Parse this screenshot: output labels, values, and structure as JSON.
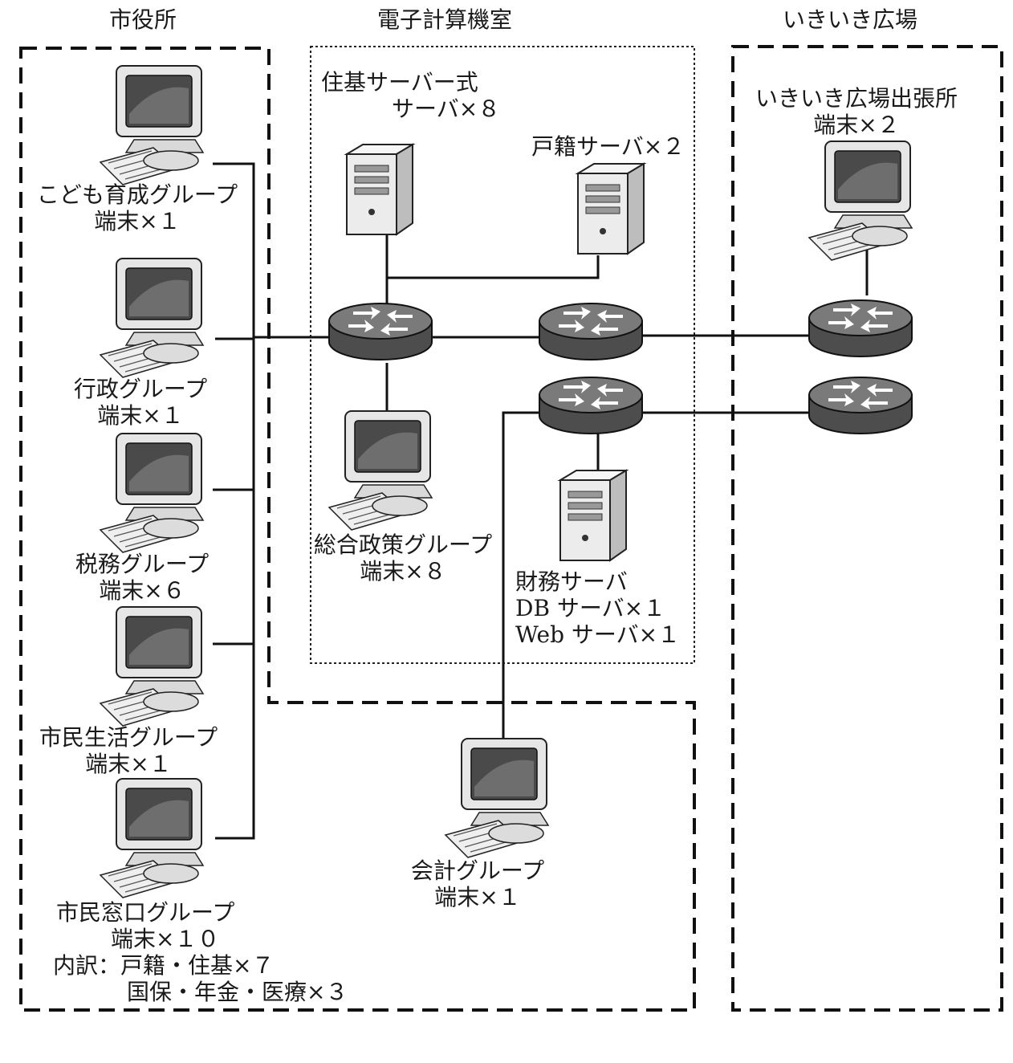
{
  "areas": {
    "city_hall": "市役所",
    "computer_room": "電子計算機室",
    "ikiiki_plaza": "いきいき広場"
  },
  "groups": {
    "kodomo": {
      "name": "こども育成グループ",
      "count": "端末×１"
    },
    "gyosei": {
      "name": "行政グループ",
      "count": "端末×１"
    },
    "zeimu": {
      "name": "税務グループ",
      "count": "端末×６"
    },
    "shimin_seikatsu": {
      "name": "市民生活グループ",
      "count": "端末×１"
    },
    "shimin_madoguchi": {
      "name": "市民窓口グループ",
      "count": "端末×１０",
      "breakdown_1": "内訳：戸籍・住基×７",
      "breakdown_2": "国保・年金・医療×３"
    },
    "sogo_seisaku": {
      "name": "総合政策グループ",
      "count": "端末×８"
    },
    "kaikei": {
      "name": "会計グループ",
      "count": "端末×１"
    },
    "plaza_office": {
      "name": "いきいき広場出張所",
      "count": "端末×２"
    }
  },
  "servers": {
    "juki": {
      "line1": "住基サーバー式",
      "line2": "サーバ×８"
    },
    "koseki": {
      "label": "戸籍サーバ×２"
    },
    "zaimu": {
      "line1": "財務サーバ",
      "line2": "DB サーバ×１",
      "line3": "Web サーバ×１"
    }
  },
  "icons": {
    "terminal": "desktop-computer-icon",
    "router": "router-icon",
    "server": "tower-server-icon"
  }
}
